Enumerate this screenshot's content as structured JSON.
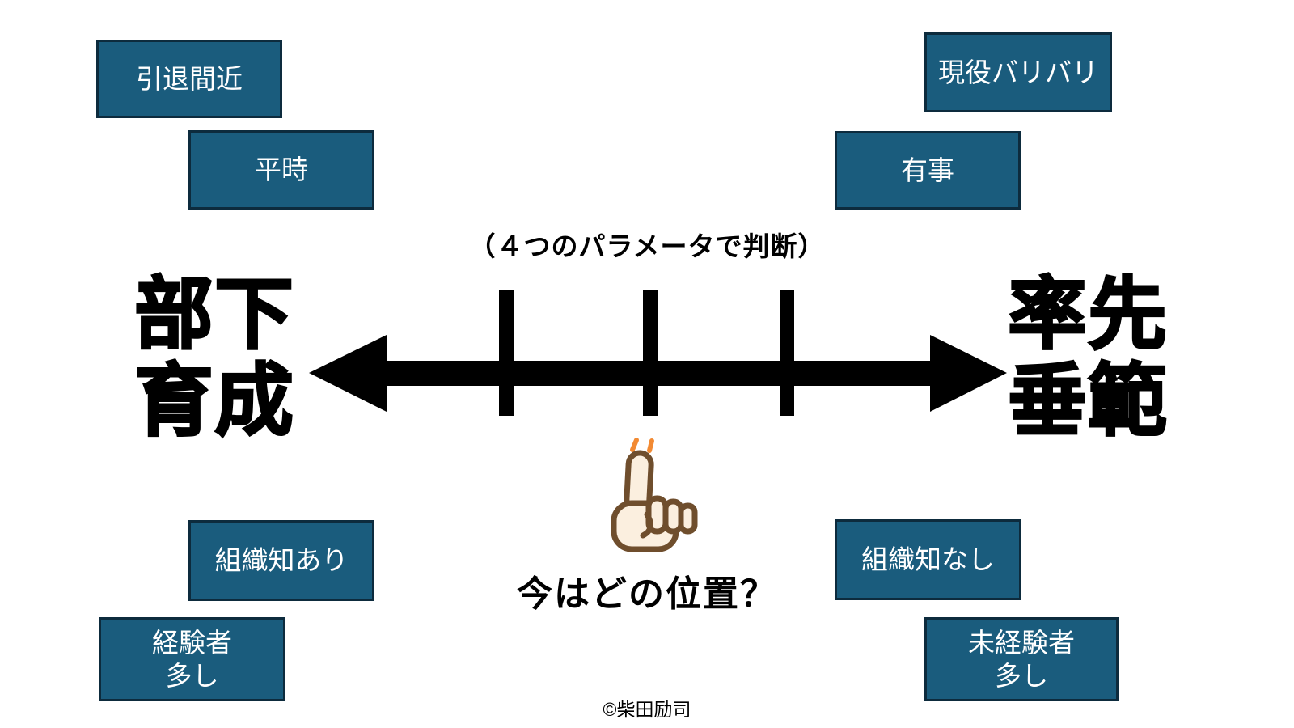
{
  "slide": {
    "caption": "（４つのパラメータで判断）",
    "axis": {
      "left_label": "部下\n育成",
      "right_label": "率先\n垂範",
      "tick_count": 3
    },
    "boxes": {
      "near_retirement": "引退間近",
      "normal_times": "平時",
      "active_duty": "現役バリバリ",
      "emergency": "有事",
      "org_knowledge_present": "組織知あり",
      "org_knowledge_absent": "組織知なし",
      "many_experienced": "経験者\n多し",
      "many_inexperienced": "未経験者\n多し"
    },
    "question": "今はどの位置？",
    "copyright": "©柴田励司",
    "icons": {
      "pointing_finger": "pointing-up-hand-with-sparks"
    },
    "colors": {
      "box_fill": "#1A5C7D",
      "box_border": "#0D2B3D",
      "box_text": "#FFFFFF",
      "axis_color": "#000000",
      "text_color": "#000000",
      "hand_fill": "#FBEFDF",
      "hand_outline": "#6F4E2D",
      "spark_color": "#F28A33"
    }
  }
}
